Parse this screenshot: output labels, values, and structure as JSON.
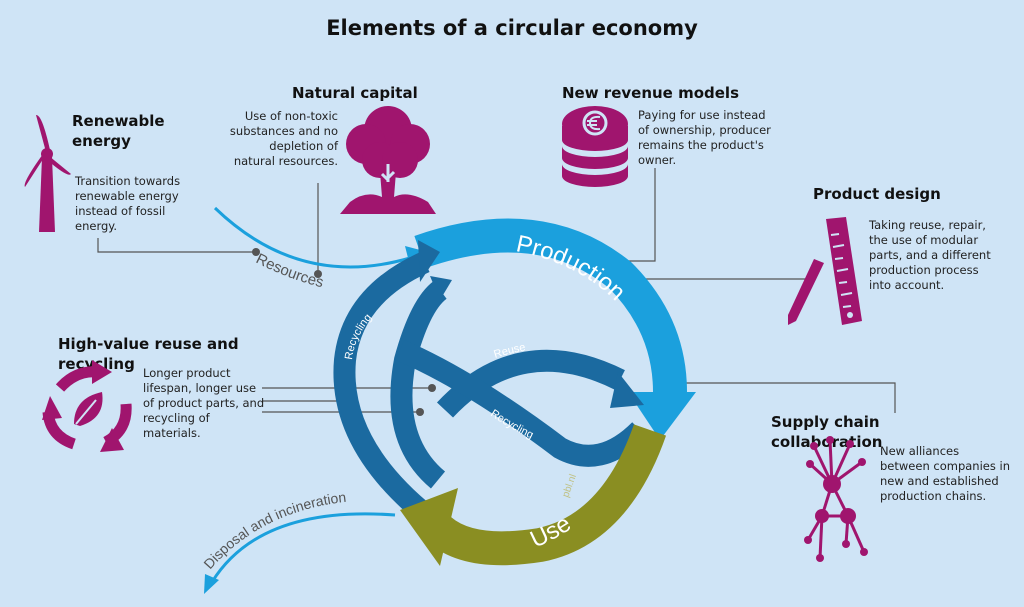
{
  "title": "Elements of a circular economy",
  "elements": {
    "renewable_energy": {
      "heading": "Renewable energy",
      "text": "Transition towards renewable energy instead of fossil energy."
    },
    "natural_capital": {
      "heading": "Natural capital",
      "text": "Use of non-toxic substances and no depletion of natural resources."
    },
    "new_revenue_models": {
      "heading": "New revenue models",
      "text": "Paying for use instead of ownership, producer remains the product's owner."
    },
    "product_design": {
      "heading": "Product design",
      "text": "Taking reuse, repair, the use of modular parts, and a different production process into account."
    },
    "high_value_reuse": {
      "heading": "High-value reuse and recycling",
      "text": "Longer product lifespan, longer use of product parts, and recycling of materials."
    },
    "supply_chain": {
      "heading": "Supply chain collaboration",
      "text": "New alliances between companies in new and established production chains."
    }
  },
  "cycle": {
    "production": "Production",
    "use": "Use",
    "resources": "Resources",
    "disposal": "Disposal and incineration",
    "recycling_outer": "Recycling",
    "reuse": "Reuse",
    "recycling_inner": "Recycling",
    "watermark": "pbl.nl"
  },
  "colors": {
    "background": "#cfe4f6",
    "production_blue": "#1ba0dd",
    "dark_blue": "#1b6aa0",
    "use_olive": "#8a8e22",
    "icon_purple": "#a0156e",
    "line_grey": "#555555"
  },
  "icons": [
    "wind-turbine-icon",
    "tree-icon",
    "coin-stack-icon",
    "ruler-pencil-icon",
    "recycle-icon",
    "network-icon"
  ]
}
